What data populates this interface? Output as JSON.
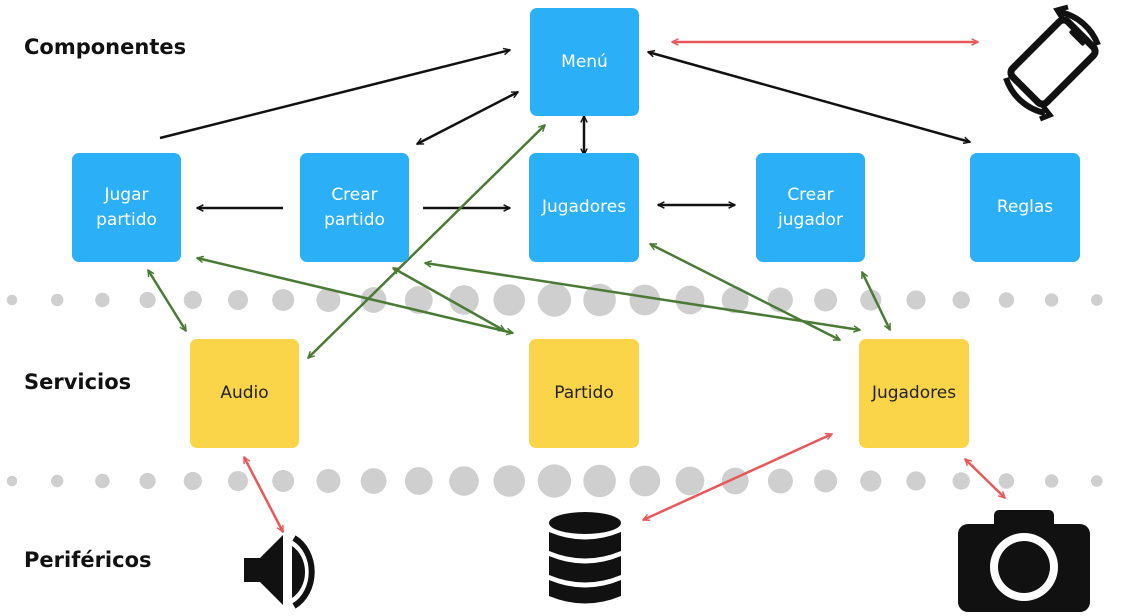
{
  "sections": {
    "componentes": "Componentes",
    "servicios": "Servicios",
    "perifericos": "Periféricos"
  },
  "components": {
    "menu": "Menú",
    "jugar_partido": "Jugar\npartido",
    "crear_partido": "Crear\npartido",
    "jugadores": "Jugadores",
    "crear_jugador": "Crear\njugador",
    "reglas": "Reglas"
  },
  "services": {
    "audio": "Audio",
    "partido": "Partido",
    "jugadores": "Jugadores"
  },
  "peripherals": [
    "screen-rotation-icon",
    "speaker-icon",
    "database-icon",
    "camera-icon"
  ],
  "colors": {
    "component": "#2bb0f7",
    "service": "#fad54a",
    "arrow_component": "#111111",
    "arrow_service": "#4a7a35",
    "arrow_peripheral": "#e8585a",
    "separator_dots": "#cfcfcf"
  }
}
